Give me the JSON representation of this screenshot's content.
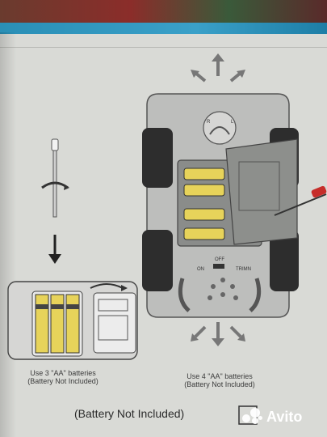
{
  "left_caption_line1": "Use 3 \"AA\" batteries",
  "left_caption_line2": "(Battery Not Included)",
  "right_caption_line1": "Use 4 \"AA\" batteries",
  "right_caption_line2": "(Battery Not Included)",
  "bottom_text": "(Battery Not Included)",
  "dial_labels": {
    "left": "R",
    "right": "L"
  },
  "switch_labels": {
    "on": "ON",
    "off": "OFF",
    "trim": "TRIMN"
  },
  "watermark": "Avito",
  "colors": {
    "box_surface": "#d9dad6",
    "box_edge": "#2a8fb6",
    "battery": "#e7d35a",
    "car_body": "#8a8c8a"
  }
}
